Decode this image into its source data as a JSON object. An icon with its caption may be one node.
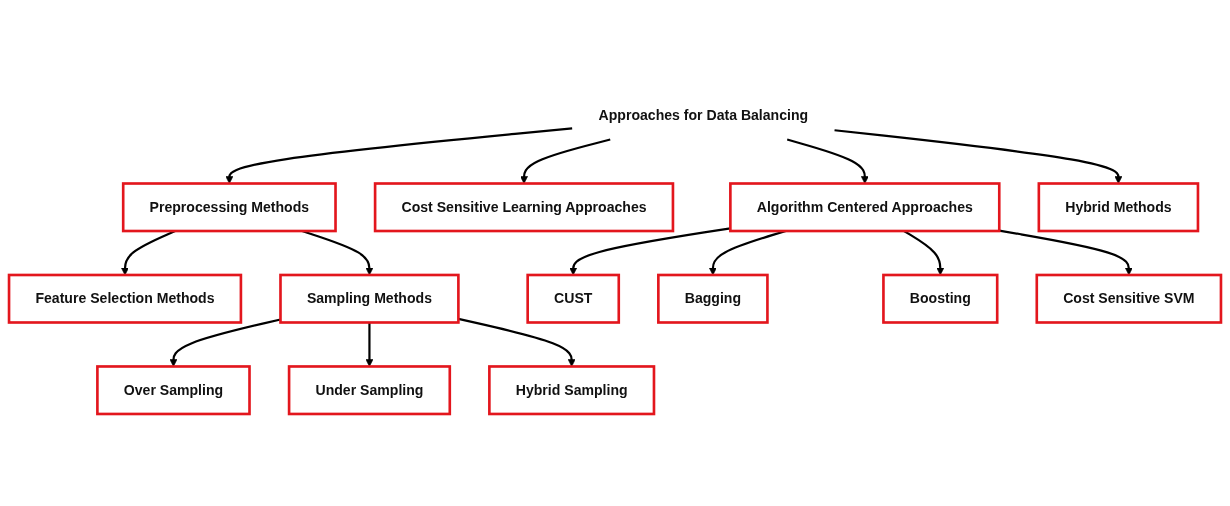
{
  "diagram": {
    "nodes": [
      {
        "text": [
          "Approaches for Data Balancing"
        ]
      },
      {
        "text": [
          "Preprocessing Methods"
        ]
      },
      {
        "text": [
          "Cost Sensitive Learning Approaches"
        ]
      },
      {
        "text": [
          "Algorithm Centered Approaches"
        ]
      },
      {
        "text": [
          "Hybrid Methods"
        ]
      },
      {
        "text": [
          "Feature Selection Methods"
        ]
      },
      {
        "text": [
          "Sampling Methods"
        ]
      },
      {
        "text": [
          "CUST"
        ]
      },
      {
        "text": [
          "Bagging"
        ]
      },
      {
        "text": [
          "Boosting"
        ]
      },
      {
        "text": [
          "Cost Sensitive SVM"
        ]
      },
      {
        "text": [
          "Over Sampling"
        ]
      },
      {
        "text": [
          "Under Sampling"
        ]
      },
      {
        "text": [
          "Hybrid Sampling"
        ]
      }
    ],
    "edges": [
      {
        "from": 0,
        "to": 1,
        "arrow": "to"
      },
      {
        "from": 0,
        "to": 2,
        "arrow": "to"
      },
      {
        "from": 0,
        "to": 3,
        "arrow": "to"
      },
      {
        "from": 0,
        "to": 4,
        "arrow": "to"
      },
      {
        "from": 1,
        "to": 5,
        "arrow": "to"
      },
      {
        "from": 1,
        "to": 6,
        "arrow": "to"
      },
      {
        "from": 3,
        "to": 7,
        "arrow": "to"
      },
      {
        "from": 3,
        "to": 8,
        "arrow": "to"
      },
      {
        "from": 3,
        "to": 9,
        "arrow": "to"
      },
      {
        "from": 3,
        "to": 10,
        "arrow": "to"
      },
      {
        "from": 6,
        "to": 11,
        "arrow": "to"
      },
      {
        "from": 6,
        "to": 12,
        "arrow": "to"
      },
      {
        "from": 6,
        "to": 13,
        "arrow": "to"
      }
    ]
  }
}
